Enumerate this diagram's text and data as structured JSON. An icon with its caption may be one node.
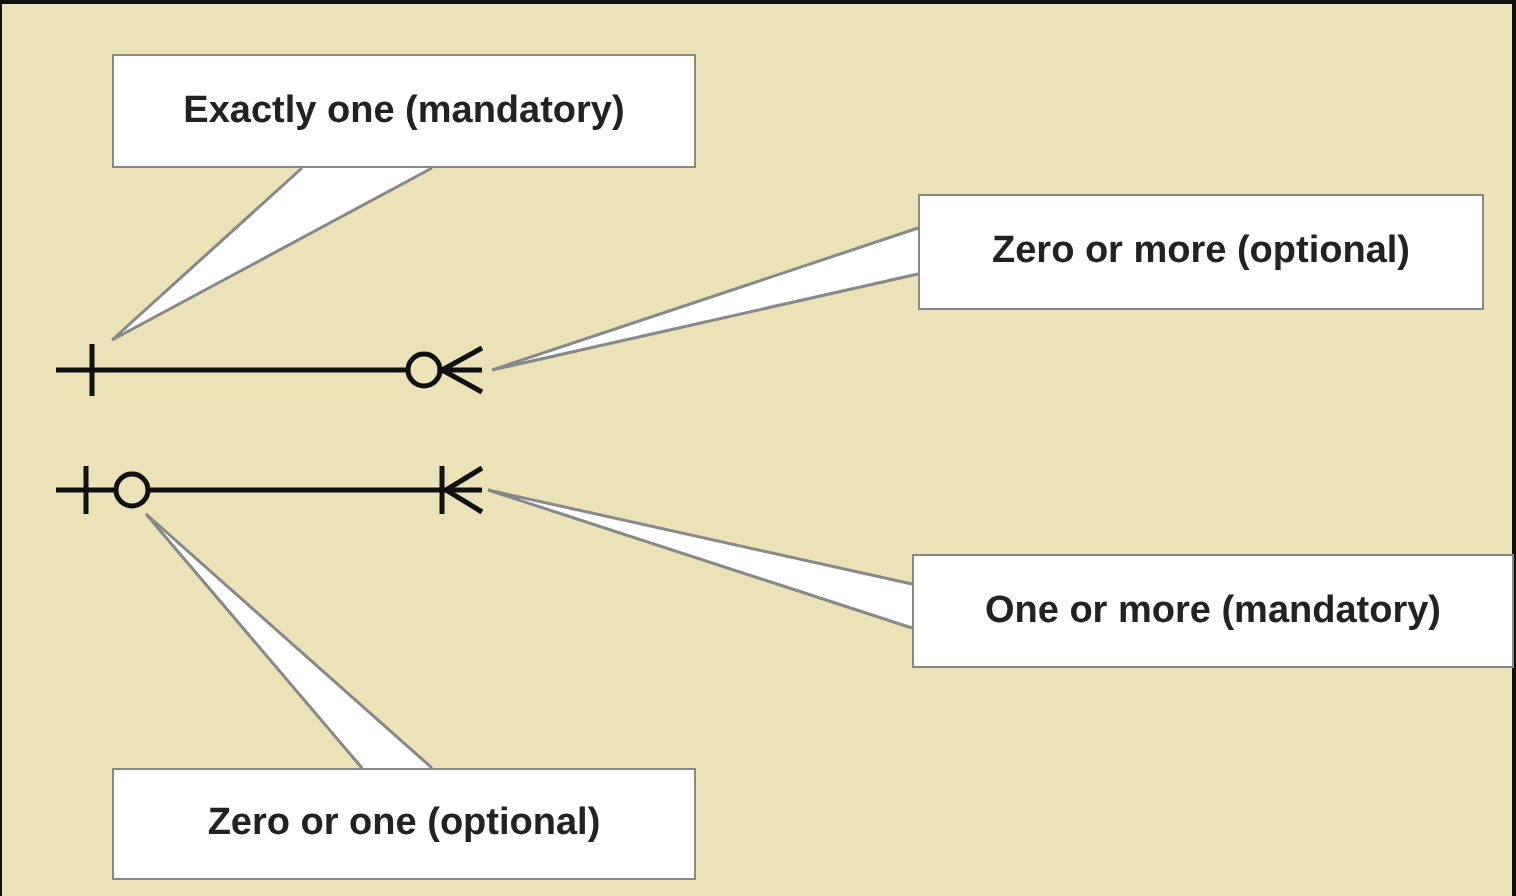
{
  "diagram": {
    "nodes": [
      {
        "text": [
          "Exactly one (mandatory)"
        ]
      },
      {
        "text": [
          "Zero or more (optional)"
        ]
      },
      {
        "text": [
          "One or more (mandatory)"
        ]
      },
      {
        "text": [
          "Zero or one (optional)"
        ]
      }
    ],
    "edges": [
      {
        "from": 0,
        "to": null,
        "arrow": "none"
      },
      {
        "from": 1,
        "to": null,
        "arrow": "none"
      },
      {
        "from": 2,
        "to": null,
        "arrow": "none"
      },
      {
        "from": 3,
        "to": null,
        "arrow": "none"
      }
    ]
  }
}
